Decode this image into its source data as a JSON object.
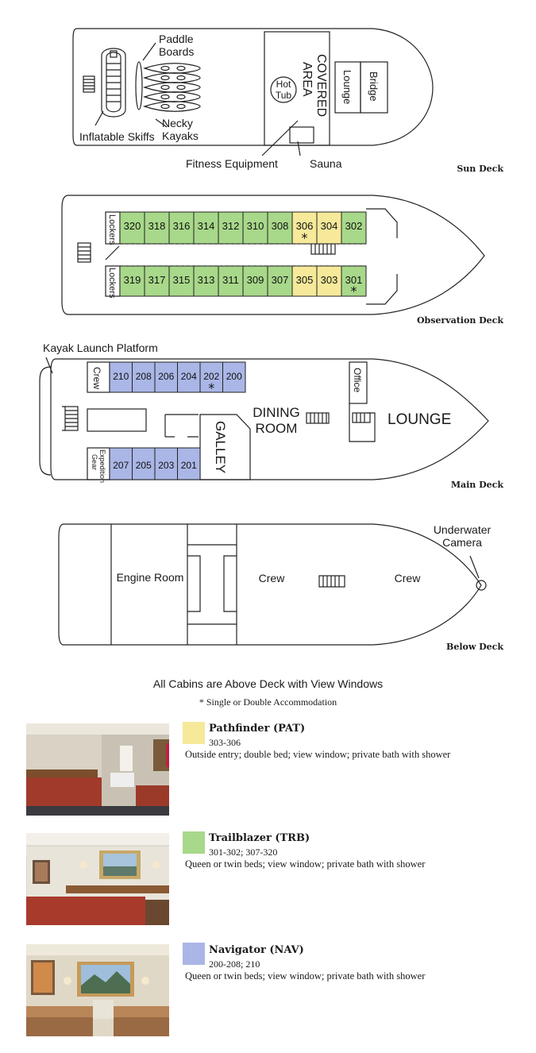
{
  "decks": {
    "sun": {
      "name": "Sun Deck",
      "labels": {
        "paddle_boards": [
          "Paddle",
          "Boards"
        ],
        "necky_kayaks": [
          "Necky",
          "Kayaks"
        ],
        "inflatable_skiffs": "Inflatable Skiffs",
        "hot_tub": [
          "Hot",
          "Tub"
        ],
        "covered_area": [
          "COVERED",
          "AREA"
        ],
        "lounge": "Lounge",
        "bridge": "Bridge",
        "fitness_equipment": "Fitness Equipment",
        "sauna": "Sauna"
      }
    },
    "observation": {
      "name": "Observation Deck",
      "lockers": "Lockers",
      "top_cabins": [
        {
          "num": "320",
          "type": "trailblazer",
          "star": false
        },
        {
          "num": "318",
          "type": "trailblazer",
          "star": false
        },
        {
          "num": "316",
          "type": "trailblazer",
          "star": false
        },
        {
          "num": "314",
          "type": "trailblazer",
          "star": false
        },
        {
          "num": "312",
          "type": "trailblazer",
          "star": false
        },
        {
          "num": "310",
          "type": "trailblazer",
          "star": false
        },
        {
          "num": "308",
          "type": "trailblazer",
          "star": false
        },
        {
          "num": "306",
          "type": "pathfinder",
          "star": true
        },
        {
          "num": "304",
          "type": "pathfinder",
          "star": false
        },
        {
          "num": "302",
          "type": "trailblazer",
          "star": false
        }
      ],
      "bottom_cabins": [
        {
          "num": "319",
          "type": "trailblazer",
          "star": false
        },
        {
          "num": "317",
          "type": "trailblazer",
          "star": false
        },
        {
          "num": "315",
          "type": "trailblazer",
          "star": false
        },
        {
          "num": "313",
          "type": "trailblazer",
          "star": false
        },
        {
          "num": "311",
          "type": "trailblazer",
          "star": false
        },
        {
          "num": "309",
          "type": "trailblazer",
          "star": false
        },
        {
          "num": "307",
          "type": "trailblazer",
          "star": false
        },
        {
          "num": "305",
          "type": "pathfinder",
          "star": false
        },
        {
          "num": "303",
          "type": "pathfinder",
          "star": false
        },
        {
          "num": "301",
          "type": "trailblazer",
          "star": true
        }
      ]
    },
    "main": {
      "name": "Main Deck",
      "kayak_launch": "Kayak Launch Platform",
      "crew": "Crew",
      "expedition_gear": [
        "Expedition",
        "Gear"
      ],
      "top_cabins": [
        {
          "num": "210",
          "star": false
        },
        {
          "num": "208",
          "star": false
        },
        {
          "num": "206",
          "star": false
        },
        {
          "num": "204",
          "star": false
        },
        {
          "num": "202",
          "star": true
        },
        {
          "num": "200",
          "star": false
        }
      ],
      "bottom_cabins": [
        {
          "num": "207",
          "star": false
        },
        {
          "num": "205",
          "star": false
        },
        {
          "num": "203",
          "star": false
        },
        {
          "num": "201",
          "star": false
        }
      ],
      "galley": "GALLEY",
      "dining_room": [
        "DINING",
        "ROOM"
      ],
      "office": "Office",
      "lounge": "LOUNGE"
    },
    "below": {
      "name": "Below Deck",
      "engine_room": "Engine Room",
      "crew_1": "Crew",
      "crew_2": "Crew",
      "underwater_camera": [
        "Underwater",
        "Camera"
      ]
    }
  },
  "legend": {
    "title": "All Cabins are Above Deck with View Windows",
    "star": "*",
    "note": "Single or Double Accommodation"
  },
  "cabin_types": [
    {
      "name": "Pathfinder (PAT)",
      "numbers": "303-306",
      "description": "Outside entry; double bed; view window; private bath with shower",
      "color": "#f6e99a"
    },
    {
      "name": "Trailblazer (TRB)",
      "numbers": "301-302; 307-320",
      "description": "Queen or twin beds; view window; private bath with shower",
      "color": "#a8d88a"
    },
    {
      "name": "Navigator (NAV)",
      "numbers": "200-208; 210",
      "description": "Queen or twin beds; view window; private bath with shower",
      "color": "#aab6e6"
    }
  ]
}
